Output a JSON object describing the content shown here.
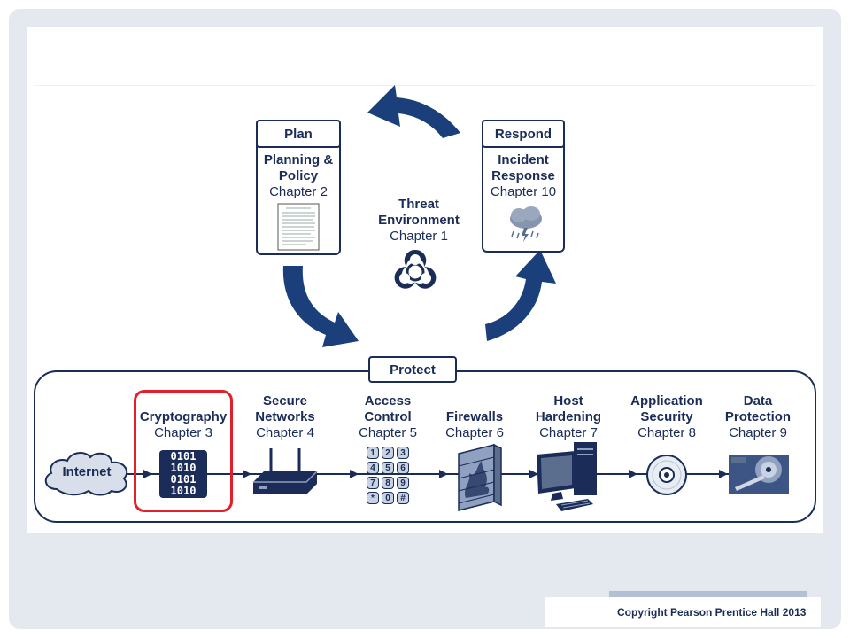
{
  "cycle": {
    "plan": {
      "tab": "Plan",
      "title_line1": "Planning &",
      "title_line2": "Policy",
      "chapter": "Chapter 2"
    },
    "respond": {
      "tab": "Respond",
      "title_line1": "Incident",
      "title_line2": "Response",
      "chapter": "Chapter 10"
    },
    "threat": {
      "line1": "Threat",
      "line2": "Environment",
      "chapter": "Chapter 1"
    },
    "protect_tab": "Protect"
  },
  "protect_chain": {
    "internet": "Internet",
    "steps": [
      {
        "line1": "",
        "line2": "Cryptography",
        "chapter": "Chapter 3",
        "icon": "binary-code-icon",
        "highlighted": true
      },
      {
        "line1": "Secure",
        "line2": "Networks",
        "chapter": "Chapter 4",
        "icon": "router-icon",
        "highlighted": false
      },
      {
        "line1": "Access",
        "line2": "Control",
        "chapter": "Chapter 5",
        "icon": "keypad-icon",
        "highlighted": false
      },
      {
        "line1": "",
        "line2": "Firewalls",
        "chapter": "Chapter 6",
        "icon": "firewall-icon",
        "highlighted": false
      },
      {
        "line1": "Host",
        "line2": "Hardening",
        "chapter": "Chapter 7",
        "icon": "computer-icon",
        "highlighted": false
      },
      {
        "line1": "Application",
        "line2": "Security",
        "chapter": "Chapter 8",
        "icon": "cd-disc-icon",
        "highlighted": false
      },
      {
        "line1": "Data",
        "line2": "Protection",
        "chapter": "Chapter 9",
        "icon": "hard-drive-icon",
        "highlighted": false
      }
    ],
    "keypad_keys": [
      "1",
      "2",
      "3",
      "4",
      "5",
      "6",
      "7",
      "8",
      "9",
      "*",
      "0",
      "#"
    ]
  },
  "colors": {
    "navy": "#1a2c57",
    "highlight": "#e0202a",
    "frame": "#e4e9f0",
    "arrow": "#1a3f7a"
  },
  "footer": {
    "copyright": "Copyright Pearson Prentice Hall 2013"
  }
}
